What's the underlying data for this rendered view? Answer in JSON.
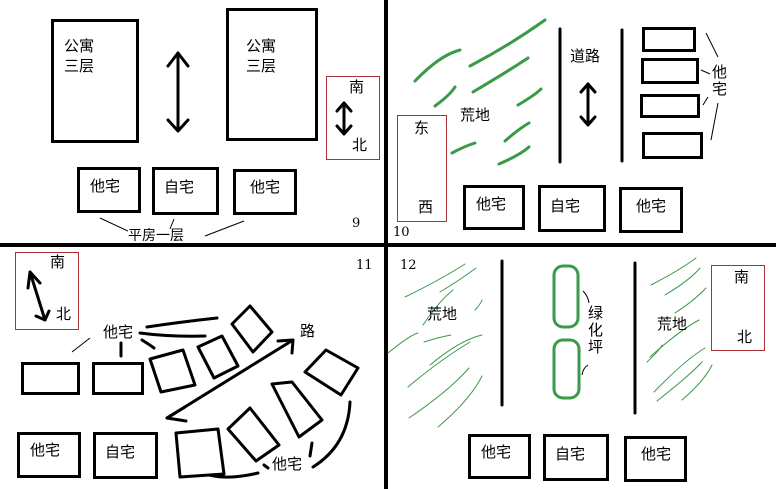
{
  "panels": [
    {
      "number": "9",
      "apartment_left": {
        "line1": "公寓",
        "line2": "三层"
      },
      "apartment_right": {
        "line1": "公寓",
        "line2": "三层"
      },
      "houses": [
        "他宅",
        "自宅",
        "他宅"
      ],
      "houses_caption": "平房一层",
      "compass": {
        "top": "南",
        "bottom": "北"
      }
    },
    {
      "number": "10",
      "wasteland": "荒地",
      "road": "道路",
      "side_houses_label": "他宅",
      "houses": [
        "他宅",
        "自宅",
        "他宅"
      ],
      "compass": {
        "top": "东",
        "bottom": "西"
      }
    },
    {
      "number": "11",
      "top_label": "他宅",
      "road": "路",
      "bottom_label": "他宅",
      "houses": [
        "他宅",
        "自宅"
      ],
      "compass": {
        "top": "南",
        "bottom": "北"
      }
    },
    {
      "number": "12",
      "wasteland_left": "荒地",
      "lawn": "绿化坪",
      "wasteland_right": "荒地",
      "houses": [
        "他宅",
        "自宅",
        "他宅"
      ],
      "compass": {
        "top": "南",
        "bottom": "北"
      }
    }
  ],
  "colors": {
    "stroke": "#000000",
    "green": "#3a9a48",
    "compass_border": "#aa3333"
  }
}
